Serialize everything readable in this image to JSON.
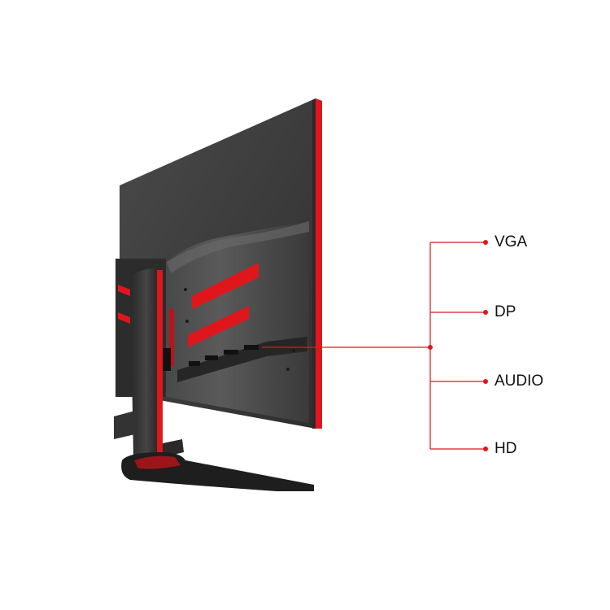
{
  "colors": {
    "accent": "#e0161d",
    "panel_dark": "#3a3a3a",
    "panel_mid": "#555555",
    "stand": "#1e1e1e"
  },
  "ports": [
    {
      "label": "VGA"
    },
    {
      "label": "DP"
    },
    {
      "label": "AUDIO"
    },
    {
      "label": "HD"
    }
  ]
}
